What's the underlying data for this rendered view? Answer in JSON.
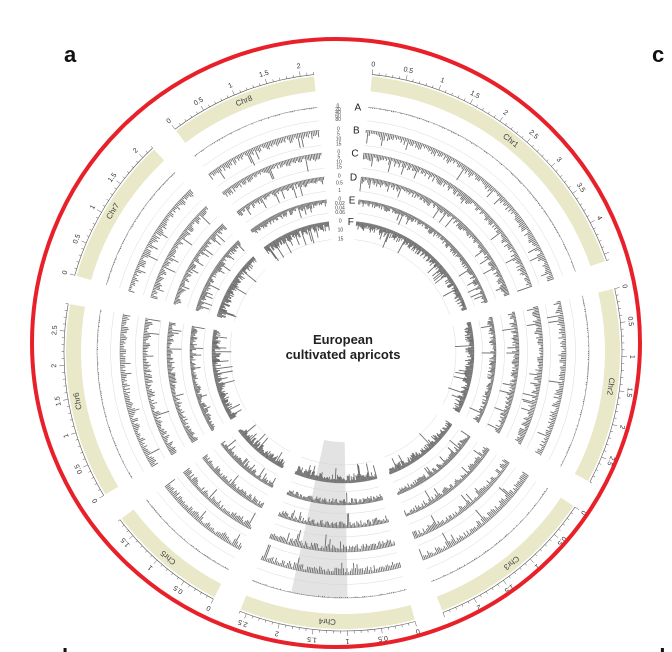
{
  "panels": {
    "a": "a",
    "b": "b",
    "c": "c",
    "d": "d"
  },
  "center": {
    "line1": "European",
    "line2": "cultivated apricots"
  },
  "colors": {
    "outer_ring": "#e8202a",
    "chromosome_band": "#e9e8c8",
    "track_fill": "#6b6b6b",
    "highlight": "#d9d9d9"
  },
  "chromosomes": [
    {
      "name": "Chr1",
      "length": 4.6,
      "ticks": [
        "0",
        "0.5",
        "1",
        "1.5",
        "2",
        "2.5",
        "3",
        "3.5",
        "4"
      ]
    },
    {
      "name": "Chr2",
      "length": 2.9,
      "ticks": [
        "0",
        "0.5",
        "1",
        "1.5",
        "2",
        "2.5"
      ]
    },
    {
      "name": "Chr3",
      "length": 2.5,
      "ticks": [
        "0",
        "0.5",
        "1",
        "1.5",
        "2"
      ]
    },
    {
      "name": "Chr4",
      "length": 2.6,
      "ticks": [
        "0",
        "0.5",
        "1",
        "1.5",
        "2",
        "2.5"
      ]
    },
    {
      "name": "Chr5",
      "length": 1.8,
      "ticks": [
        "0",
        "0.5",
        "1",
        "1.5"
      ]
    },
    {
      "name": "Chr6",
      "length": 2.9,
      "ticks": [
        "0",
        "0.5",
        "1",
        "1.5",
        "2",
        "2.5"
      ]
    },
    {
      "name": "Chr7",
      "length": 2.2,
      "ticks": [
        "0",
        "0.5",
        "1",
        "1.5",
        "2"
      ]
    },
    {
      "name": "Chr8",
      "length": 2.2,
      "ticks": [
        "0",
        "0.5",
        "1",
        "1.5",
        "2"
      ]
    }
  ],
  "tracks": [
    {
      "letter": "A",
      "scale": [
        "0",
        "20",
        "40",
        "60",
        "80"
      ]
    },
    {
      "letter": "B",
      "scale": [
        "0",
        "5",
        "10",
        "15"
      ]
    },
    {
      "letter": "C",
      "scale": [
        "0",
        "5",
        "10",
        "15"
      ]
    },
    {
      "letter": "D",
      "scale": [
        "0",
        "0.5",
        "1"
      ]
    },
    {
      "letter": "E",
      "scale": [
        "0",
        "0.02",
        "0.04",
        "0.06"
      ]
    },
    {
      "letter": "F",
      "scale": [
        "0",
        "10",
        "15"
      ]
    }
  ]
}
